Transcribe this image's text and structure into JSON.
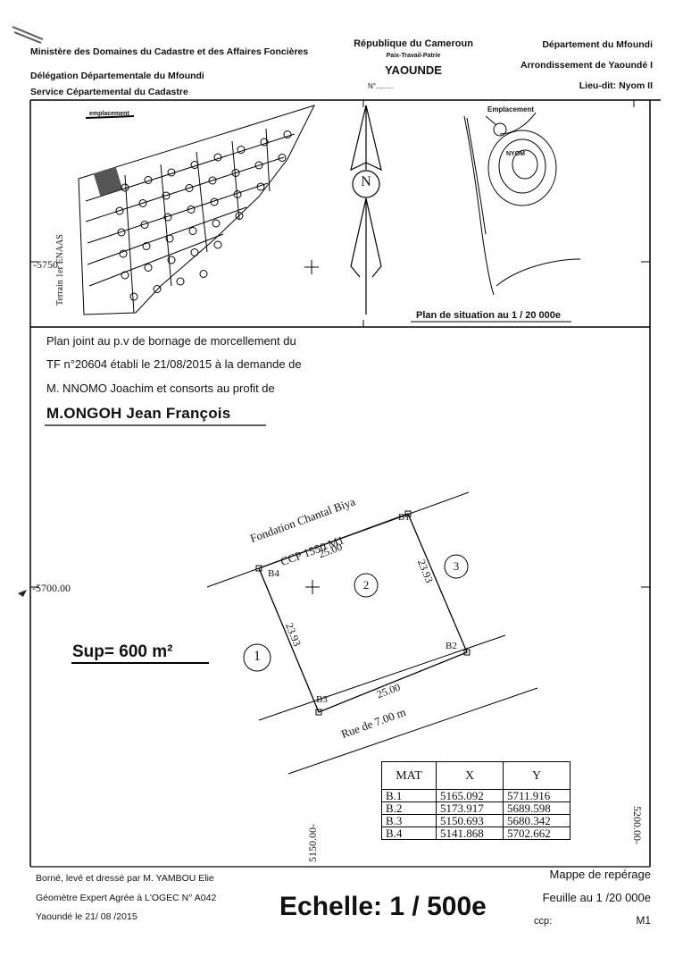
{
  "header": {
    "left": [
      "Ministère des Domaines du Cadastre et des Affaires Foncières",
      "Délégation Départementale du Mfoundi",
      "Service Cépartemental du Cadastre"
    ],
    "center_title": "République du Cameroun",
    "center_motto": "Paix-Travail-Patrie",
    "center_city": "YAOUNDE",
    "center_ref": "N°.........",
    "right": [
      "Département du Mfoundi",
      "Arrondissement de Yaoundé I",
      "Lieu-dit: Nyom II"
    ]
  },
  "top_panel": {
    "emplacement_label": "emplacement",
    "y_coord": "-5750",
    "terrain_label": "Terrain 1er ENAAS",
    "north_letter": "N",
    "situation_emplacement": "Emplacement",
    "situation_place": "NYOM",
    "situation_caption": "Plan de situation au 1 / 20 000e"
  },
  "intro": {
    "line1": "Plan joint au p.v de bornage de morcellement  du",
    "line2": "TF n°20604 établi le  21/08/2015 à la demande de",
    "line3": "M. NNOMO Joachim et consorts  au profit de",
    "beneficiary": "M.ONGOH Jean François"
  },
  "plan": {
    "road_top_label1": "Fondation Chantal Biya",
    "road_top_label2": "CCP 1550 M1",
    "road_bottom_label": "Rue  de  7.00 m",
    "dim_top": "25.00",
    "dim_bottom": "25.00",
    "dim_left": "23.93",
    "dim_right": "23.93",
    "b1": "B1",
    "b2": "B2",
    "b3": "B3",
    "b4": "B4",
    "parcel1": "1",
    "parcel2": "2",
    "parcel3": "3",
    "y_coord": "-5700.00",
    "surface": "Sup= 600 m²",
    "x_coord_left": "5150.00-",
    "x_coord_right": "5200.00-"
  },
  "coords_table": {
    "headers": [
      "MAT",
      "X",
      "Y"
    ],
    "rows": [
      [
        "B.1",
        "5165.092",
        "5711.916"
      ],
      [
        "B.2",
        "5173.917",
        "5689.598"
      ],
      [
        "B.3",
        "5150.693",
        "5680.342"
      ],
      [
        "B.4",
        "5141.868",
        "5702.662"
      ]
    ]
  },
  "footer": {
    "left1": "Borné, levé et dressé par M. YAMBOU Elie",
    "left2": "Géomètre Expert Agrée à L'OGEC N° A042",
    "left3": "Yaoundé le 21/ 08 /2015",
    "scale": "Echelle: 1 / 500e",
    "right1": "Mappe de repérage",
    "right2": "Feuille au 1 /20 000e",
    "ccp_label": "ccp:",
    "ccp_value": "M1"
  }
}
